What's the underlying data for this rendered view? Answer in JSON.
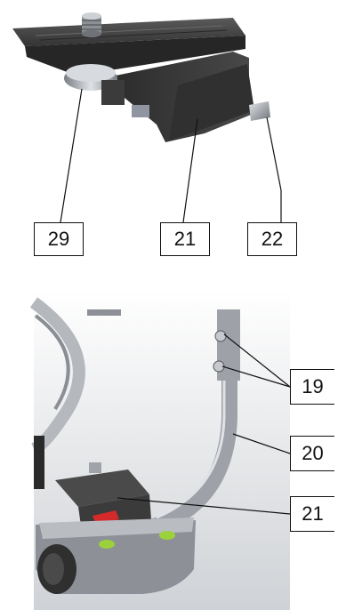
{
  "figure": {
    "top_view": {
      "description_parts": [
        "quick-release clamp plate",
        "mounting screw",
        "locking lever"
      ],
      "callouts": {
        "part_29": "29",
        "part_21": "21",
        "part_22": "22"
      }
    },
    "bottom_view": {
      "callouts": {
        "part_19": "19",
        "part_20": "20",
        "part_21": "21"
      }
    },
    "colors": {
      "plate_dark": "#3a3a3a",
      "metal_silver": "#a9acb1",
      "level_green": "#9bd13a",
      "lever_red": "#d42a2a",
      "line": "#111111"
    }
  }
}
